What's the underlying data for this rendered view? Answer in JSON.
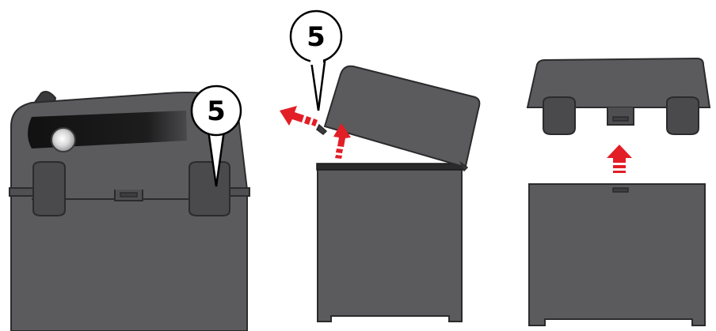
{
  "colors": {
    "body_dark": "#5b5b5d",
    "body_mid": "#666668",
    "outline": "#2b2b2d",
    "top_band": "#1e1e1f",
    "arrow_red": "#e21e26",
    "callout_fill": "#ffffff",
    "callout_stroke": "#000000"
  },
  "panels": [
    {
      "name": "assembled-unit",
      "callout": {
        "label": "5"
      }
    },
    {
      "name": "lid-tilted-open",
      "callout": {
        "label": "5"
      }
    },
    {
      "name": "lid-lifted-off"
    }
  ],
  "icons": [
    "callout-pointer-icon",
    "dashed-red-arrow-icon",
    "latch-tab-icon",
    "knob-icon"
  ]
}
